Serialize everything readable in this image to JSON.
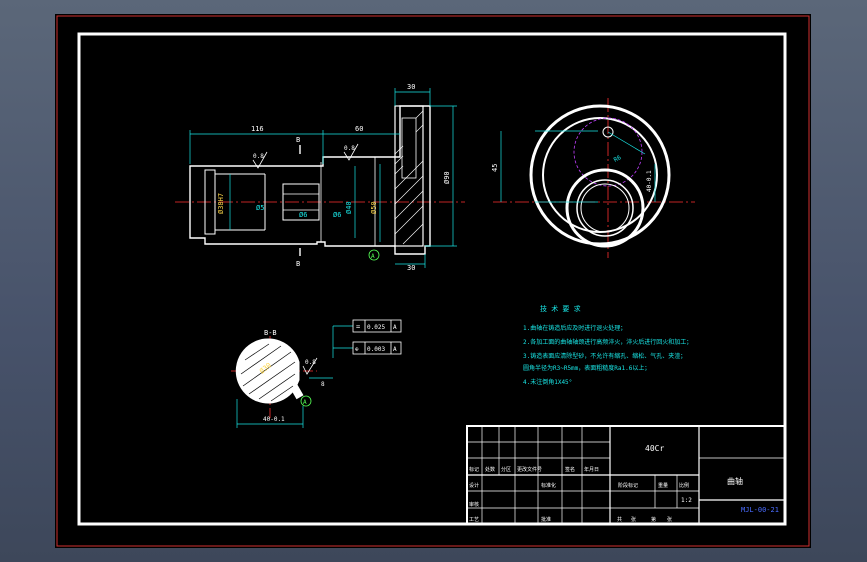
{
  "drawing": {
    "dimensions": {
      "len_top_left": "116",
      "len_top_mid": "60",
      "len_top_right": "30",
      "len_bottom_right": "30",
      "dia_left_bore": "Ø38H7",
      "dia_left_inner": "Ø5",
      "dia_neck": "Ø40",
      "dia_collar": "Ø6",
      "dia_mid": "Ø50",
      "dia_flange": "Ø90",
      "side_height": "45",
      "side_radius": "R6",
      "section_dia": "Ø30",
      "section_width": "8",
      "section_depth": "40-0.1"
    },
    "roughness": {
      "r1": "0.8",
      "r2": "0.8",
      "r3": "0.8"
    },
    "datum": {
      "label": "A"
    },
    "section": {
      "title": "B-B",
      "mark_top": "B",
      "mark_bottom": "B"
    },
    "tolerance": [
      {
        "symbol": "=",
        "value": "0.025",
        "datum": "A"
      },
      {
        "symbol": "⊕",
        "value": "0.003",
        "datum": "A"
      }
    ],
    "tech_requirements": {
      "title": "技 术 要 求",
      "items": [
        "1.曲轴在铸造后应及时进行退火处理；",
        "2.各加工面的曲轴轴颈进行高频淬火，淬火后进行回火和加工；",
        "3.铸造表面应清除型砂，不允许有缩孔、缩松、气孔、夹渣；",
        "  圆角半径为R3~R5mm，表面粗糙度Ra1.6以上；",
        "4.未注倒角1X45°"
      ]
    }
  },
  "title_block": {
    "material": "40Cr",
    "part_name": "曲轴",
    "drawing_number": "MJL-00-21",
    "scale": "1:2",
    "row_labels": [
      "标记",
      "设计",
      "审核",
      "工艺"
    ],
    "col_labels": [
      "处数",
      "分区",
      "更改文件号",
      "签名",
      "年月日"
    ],
    "mid_labels": [
      "标准化",
      "阶段标记",
      "重量",
      "比例"
    ],
    "bottom_labels": [
      "共",
      "张",
      "第",
      "张"
    ],
    "approve_label": "批准"
  },
  "colors": {
    "frame": "#ffffff",
    "dimension": "#19e6e6",
    "centerline": "#ff3030",
    "hidden": "#c040ff",
    "highlight": "#ffd84a"
  }
}
